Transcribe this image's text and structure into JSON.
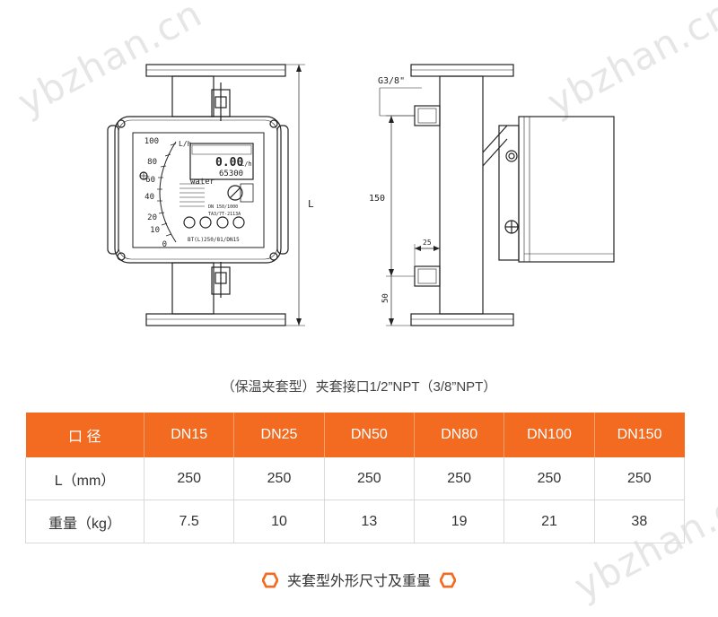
{
  "drawing": {
    "dims": {
      "total_length": "L",
      "thread": "G3/8\"",
      "port_spacing": "150",
      "bottom_offset": "50",
      "port_length": "25"
    },
    "scale": [
      "100",
      "80",
      "60",
      "40",
      "20",
      "10",
      "0"
    ],
    "scale_unit": "L/h",
    "display_flow": "0.00",
    "display_flow_unit": "L/h",
    "display_total": "65300",
    "media_label": "water",
    "nameplate_model": "DN 150/1000",
    "nameplate_code": "TA3/7T-2113A",
    "bottom_label": "BT(L)250/81/DN15"
  },
  "caption": "（保温夹套型）夹套接口1/2”NPT（3/8”NPT）",
  "table": {
    "headers": [
      "口 径",
      "DN15",
      "DN25",
      "DN50",
      "DN80",
      "DN100",
      "DN150"
    ],
    "rows": [
      [
        "L（mm）",
        "250",
        "250",
        "250",
        "250",
        "250",
        "250"
      ],
      [
        "重量（kg）",
        "7.5",
        "10",
        "13",
        "19",
        "21",
        "38"
      ]
    ]
  },
  "footer_title": "夹套型外形尺寸及重量",
  "colors": {
    "accent": "#f26b21",
    "line": "#222222"
  },
  "watermark": "ybzhan.cn"
}
